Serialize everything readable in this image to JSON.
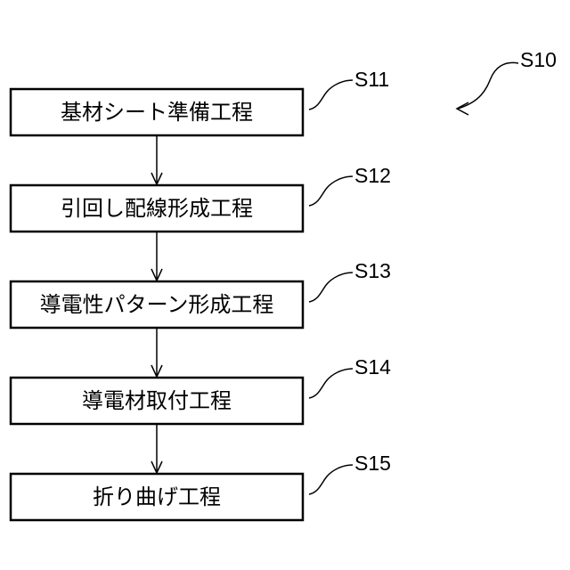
{
  "process_code": "S10",
  "steps": [
    {
      "code": "S11",
      "label": "基材シート準備工程"
    },
    {
      "code": "S12",
      "label": "引回し配線形成工程"
    },
    {
      "code": "S13",
      "label": "導電性パターン形成工程"
    },
    {
      "code": "S14",
      "label": "導電材取付工程"
    },
    {
      "code": "S15",
      "label": "折り曲げ工程"
    }
  ]
}
